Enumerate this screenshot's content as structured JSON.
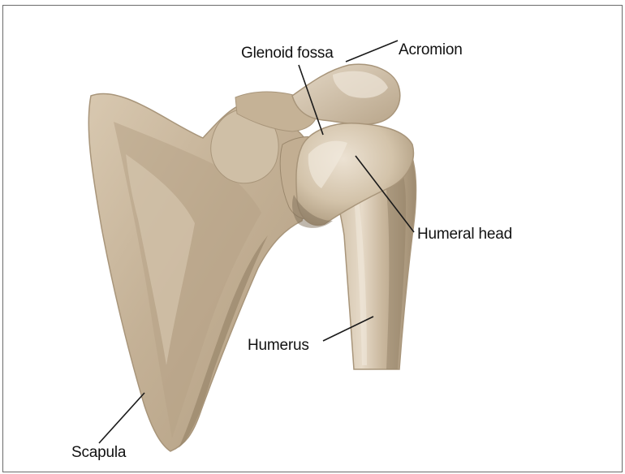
{
  "labels": {
    "glenoid_fossa": "Glenoid fossa",
    "acromion": "Acromion",
    "humeral_head": "Humeral head",
    "humerus": "Humerus",
    "scapula": "Scapula"
  },
  "colors": {
    "bone_base": "#cbb9a0",
    "bone_light": "#e3d6c4",
    "bone_shadow": "#a8957a",
    "bone_dark": "#7f6f5a",
    "leader_line": "#1a1a1a",
    "frame_border": "#6b6b6b"
  }
}
